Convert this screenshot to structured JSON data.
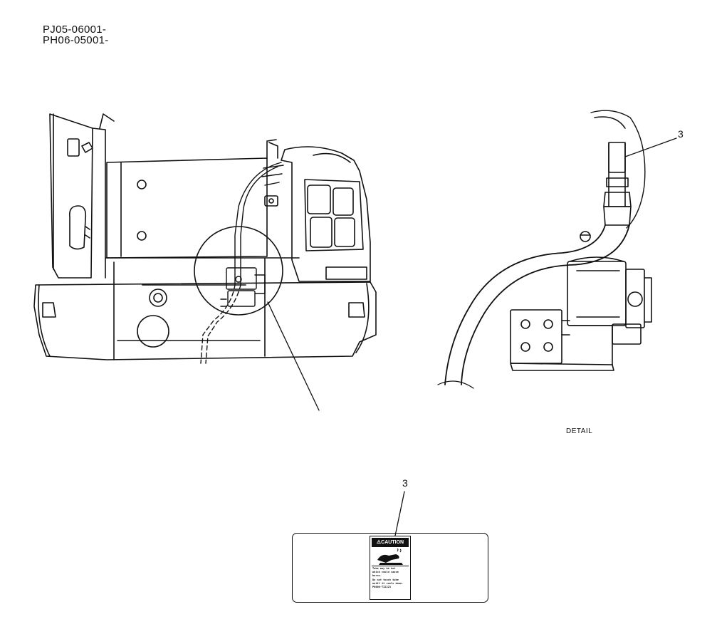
{
  "header": {
    "serial_1": "PJ05-06001-",
    "serial_2": "PH06-05001-"
  },
  "callouts": {
    "detail_part": "3",
    "decal_part": "3"
  },
  "detail_label": "DETAIL",
  "decal": {
    "heading": "⚠CAUTION",
    "lines": [
      "Tube may be hot",
      "which could cause",
      "burns.",
      "Do not touch tube",
      "until it cools down.",
      "PK000-TI2223"
    ]
  }
}
